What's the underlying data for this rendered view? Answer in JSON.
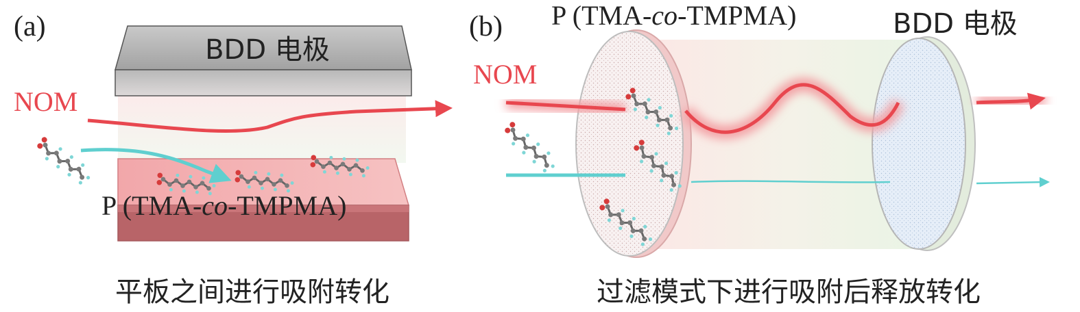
{
  "panel_a": {
    "label": "(a)",
    "electrode_label": "BDD 电极",
    "nom_label": "NOM",
    "polymer_label_pre": "P (TMA-",
    "polymer_label_italic": "co",
    "polymer_label_post": "-TMPMA)",
    "caption": "平板之间进行吸附转化"
  },
  "panel_b": {
    "label": "(b)",
    "polymer_label_pre": "P (TMA-",
    "polymer_label_italic": "co",
    "polymer_label_post": "-TMPMA)",
    "electrode_label": "BDD 电极",
    "nom_label": "NOM",
    "caption": "过滤模式下进行吸附后释放转化"
  },
  "colors": {
    "nom_red": "#e8474f",
    "small_molecule_cyan": "#5fcfcf",
    "bdd_gray": "#9a9a9a",
    "polymer_pink": "#e98f92",
    "polymer_dark": "#b86468"
  }
}
